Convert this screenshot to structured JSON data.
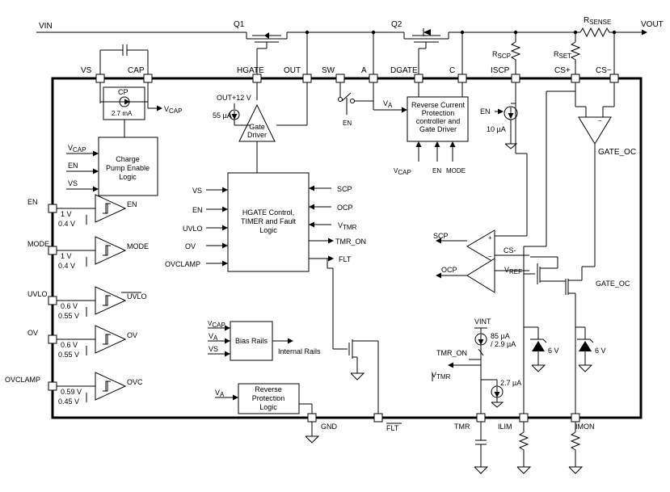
{
  "rails": {
    "vin": "VIN",
    "vout": "VOUT",
    "rsense": "R",
    "rsense_sub": "SENSE",
    "q1": "Q1",
    "q2": "Q2"
  },
  "pins": {
    "vs": "VS",
    "cap": "CAP",
    "hgate": "HGATE",
    "out": "OUT",
    "sw": "SW",
    "a": "A",
    "dgate": "DGATE",
    "c": "C",
    "iscp": "ISCP",
    "csplus": "CS+",
    "csminus": "CS−",
    "en": "EN",
    "mode": "MODE",
    "uvlo": "UVLO",
    "ov": "OV",
    "ovclamp": "OVCLAMP",
    "gnd": "GND",
    "flt": "FLT",
    "tmr": "TMR",
    "ilim": "ILIM",
    "imon": "IMON"
  },
  "resistors": {
    "rscp": "R",
    "rscp_sub": "SCP",
    "rset": "R",
    "rset_sub": "SET"
  },
  "charge_pump": {
    "label": "CP",
    "current": "2.7 mA",
    "vcap_out": "V",
    "vcap_out_sub": "CAP"
  },
  "cp_enable": {
    "lines": [
      "Charge",
      "Pump Enable",
      "Logic"
    ],
    "in_vcap": "V",
    "in_vcap_sub": "CAP",
    "in_en": "EN",
    "in_vs": "VS"
  },
  "gate_driver": {
    "lines": [
      "Gate",
      "Driver"
    ],
    "supply": "OUT+12 V",
    "current": "55 µA"
  },
  "sw_block": {
    "en": "EN",
    "va": "V",
    "va_sub": "A"
  },
  "rcp": {
    "lines": [
      "Reverse Current",
      "Protection",
      "controller and",
      "Gate Driver"
    ],
    "in_vcap": "V",
    "in_vcap_sub": "CAP",
    "in_en": "EN",
    "in_mode": "MODE"
  },
  "iscp_src": {
    "en": "EN",
    "current": "10 µA"
  },
  "gate_oc": "GATE_OC",
  "hgate_ctrl": {
    "lines": [
      "HGATE Control,",
      "TIMER and Fault",
      "Logic"
    ],
    "in_vs": "VS",
    "in_en": "EN",
    "in_uvlo": "UVLO",
    "in_ov": "OV",
    "in_ovclamp": "OVCLAMP",
    "in_scp": "SCP",
    "in_ocp": "OCP",
    "in_vtmr": "V",
    "in_vtmr_sub": "TMR",
    "out_tmr_on": "TMR_ON",
    "out_flt": "FLT"
  },
  "comparators": [
    {
      "pin": "EN",
      "hi": "1 V",
      "lo": "0.4 V",
      "out": "EN"
    },
    {
      "pin": "MODE",
      "hi": "1 V",
      "lo": "0.4 V",
      "out": "MODE"
    },
    {
      "pin": "UVLO",
      "hi": "0.6 V",
      "lo": "0.55 V",
      "out": "UVLO"
    },
    {
      "pin": "OV",
      "hi": "0.6 V",
      "lo": "0.55 V",
      "out": "OV"
    },
    {
      "pin": "OVCLAMP",
      "hi": "0.59 V",
      "lo": "0.45 V",
      "out": "OVC"
    }
  ],
  "bias": {
    "label": "Bias Rails",
    "in_vcap": "V",
    "in_vcap_sub": "CAP",
    "in_va": "V",
    "in_va_sub": "A",
    "in_vs": "VS",
    "out": "Internal Rails"
  },
  "rev_prot": {
    "lines": [
      "Reverse",
      "Protection",
      "Logic"
    ],
    "in_va": "V",
    "in_va_sub": "A"
  },
  "scp_comp": {
    "out": "SCP",
    "in": "CS-"
  },
  "ocp_comp": {
    "out": "OCP",
    "ref": "V",
    "ref_sub": "REF"
  },
  "gate_oc2": "GATE_OC",
  "tmr_block": {
    "vint": "VINT",
    "current": "85 µA",
    "current2": "/ 2.9 µA",
    "tmr_on": "TMR_ON",
    "vtmr": "V",
    "vtmr_sub": "TMR",
    "sink": "2.7 µA"
  },
  "zeners": [
    {
      "voltage": "6 V"
    },
    {
      "voltage": "6 V"
    }
  ]
}
